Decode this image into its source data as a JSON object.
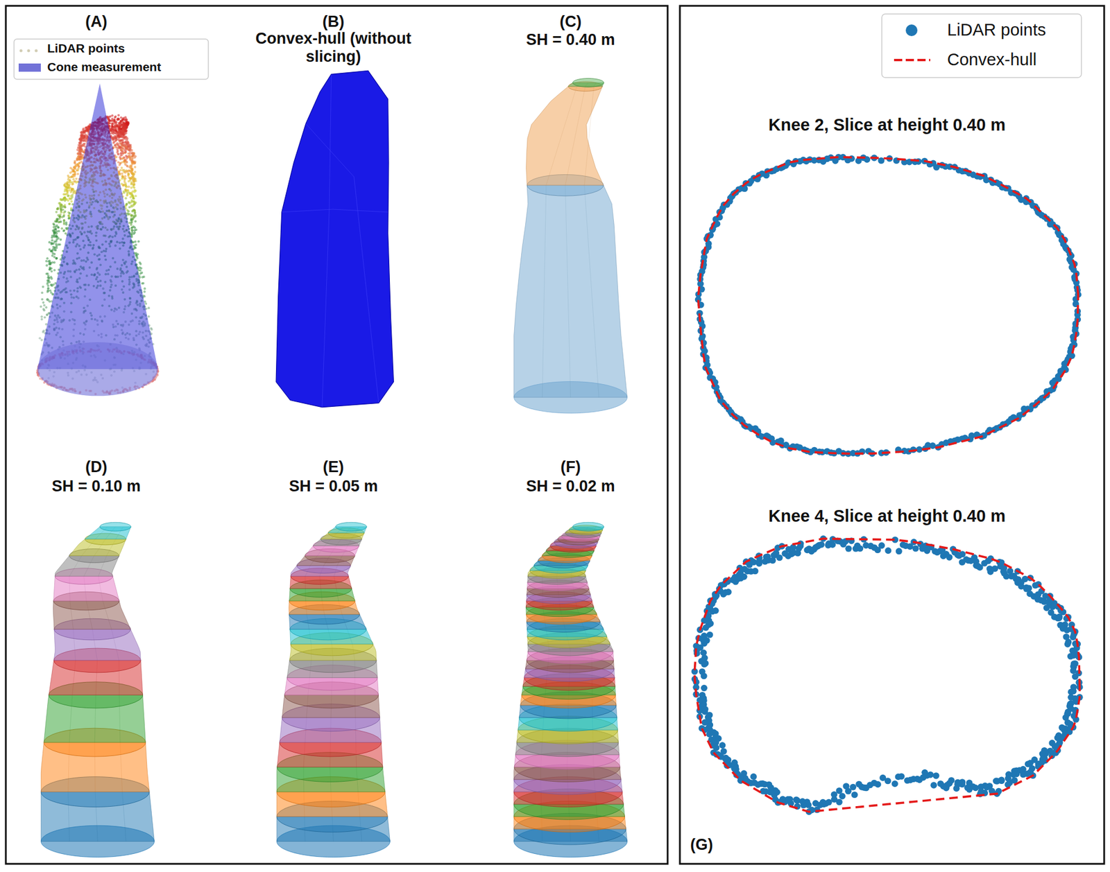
{
  "diagram": {
    "labels": [
      "(A)",
      "(B)",
      "Convex-hull (without slicing)",
      "(C)",
      "SH = 0.40 m",
      "(D)",
      "SH = 0.10 m",
      "(E)",
      "SH = 0.05 m",
      "(F)",
      "SH = 0.02 m",
      "Knee 2, Slice at height 0.40 m",
      "Knee 4, Slice at height 0.40 m",
      "(G)"
    ],
    "legend": [
      {
        "text": "LiDAR points"
      },
      {
        "text": "Cone measurement",
        "color": "#7272d8"
      },
      {
        "text": "LiDAR points"
      },
      {
        "text": "Convex-hull"
      }
    ]
  }
}
